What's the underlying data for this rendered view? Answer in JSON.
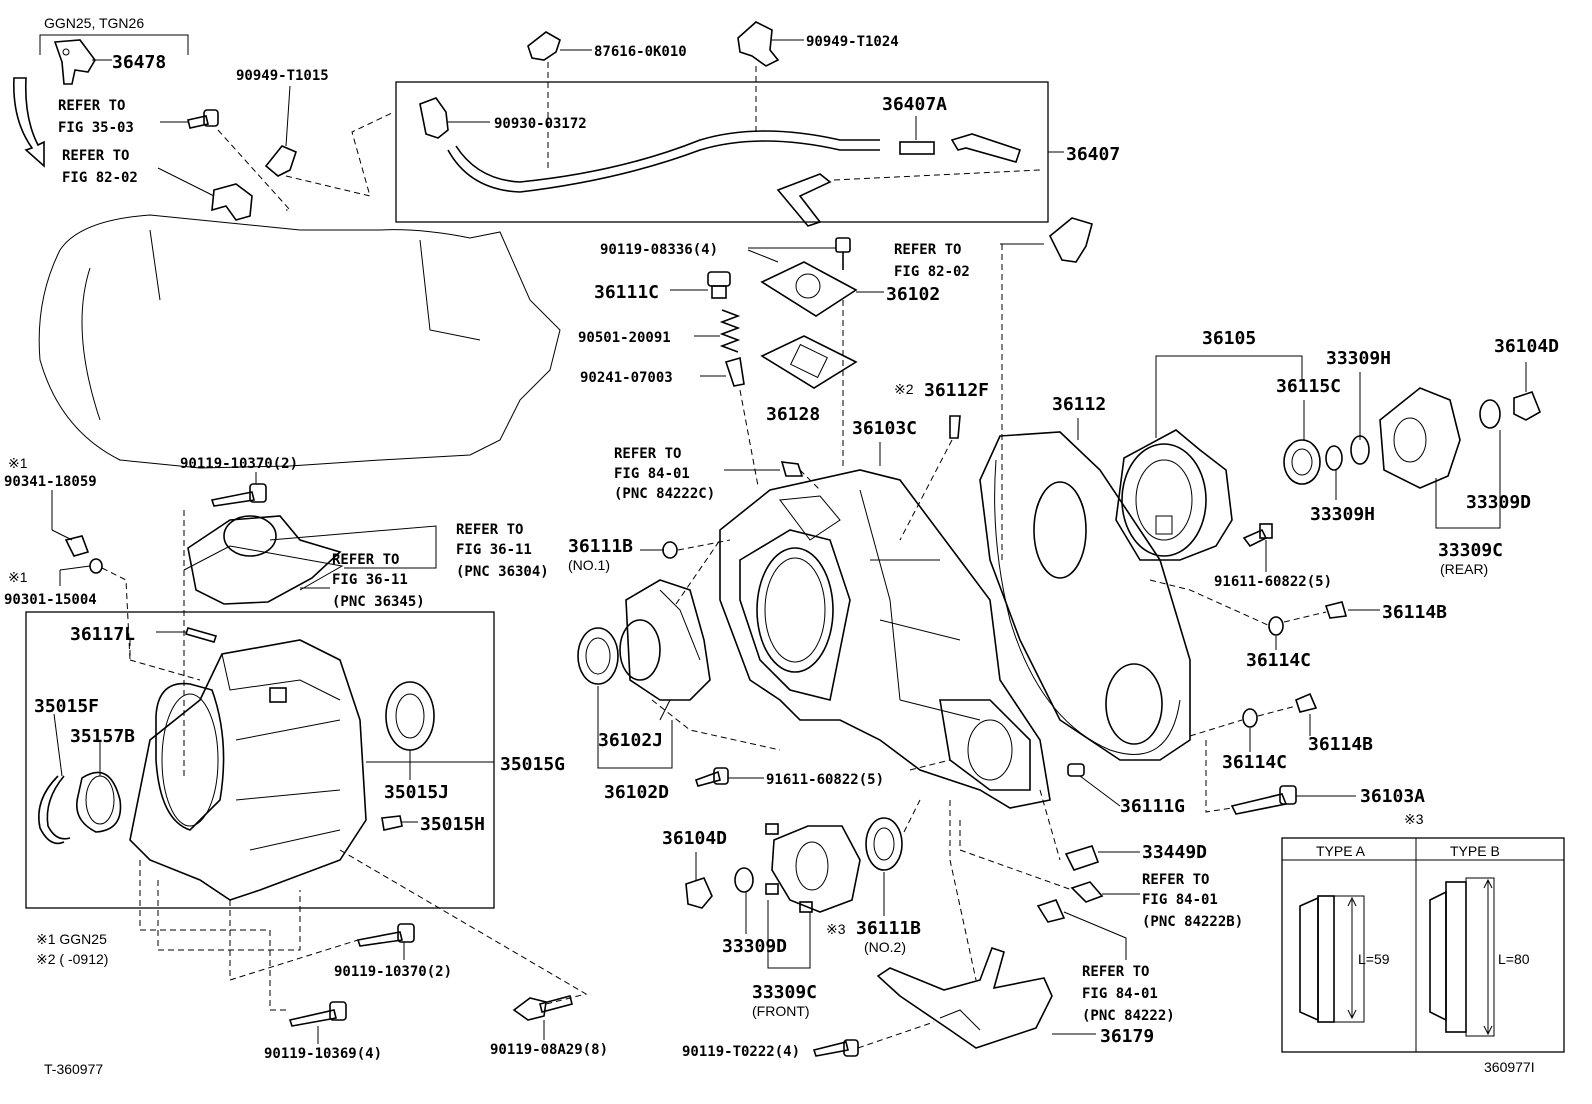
{
  "header": {
    "models": "GGN25, TGN26"
  },
  "labels": {
    "p36478": "36478",
    "p90949_T1015": "90949-T1015",
    "refer_3503": [
      "REFER TO",
      "FIG 35-03"
    ],
    "refer_8202_left": [
      "REFER TO",
      "FIG 82-02"
    ],
    "p87616": "87616-0K010",
    "p90949_T1024": "90949-T1024",
    "p90930": "90930-03172",
    "p36407A": "36407A",
    "p36407": "36407",
    "p90119_08336": "90119-08336(4)",
    "refer_8202_right": [
      "REFER TO",
      "FIG 82-02"
    ],
    "p36111C": "36111C",
    "p36102": "36102",
    "p90501": "90501-20091",
    "p90241": "90241-07003",
    "p36128": "36128",
    "p36112F": "36112F",
    "mark2": "※2",
    "p36103C": "36103C",
    "p36112": "36112",
    "p36105": "36105",
    "p33309H_a": "33309H",
    "p36104D_right": "36104D",
    "p36115C": "36115C",
    "p33309H_b": "33309H",
    "p33309D_right": "33309D",
    "p33309C_rear": "33309C",
    "rear": "(REAR)",
    "refer_8401_a": [
      "REFER TO",
      "FIG 84-01",
      "(PNC 84222C)"
    ],
    "p90119_10370_top": "90119-10370(2)",
    "mark1_a": "※1",
    "p90341": "90341-18059",
    "mark1_b": "※1",
    "p90301": "90301-15004",
    "refer_3611_a": [
      "REFER TO",
      "FIG 36-11",
      "(PNC 36304)"
    ],
    "refer_3611_b": [
      "REFER TO",
      "FIG 36-11",
      "(PNC 36345)"
    ],
    "p36111B_no1": "36111B",
    "no1": "(NO.1)",
    "p91611_right": "91611-60822(5)",
    "p36114B_a": "36114B",
    "p36114C_a": "36114C",
    "p36117L": "36117L",
    "p35015F": "35015F",
    "p35157B": "35157B",
    "p35015G": "35015G",
    "p35015J": "35015J",
    "p35015H": "35015H",
    "p36102J": "36102J",
    "p36102D": "36102D",
    "p91611_mid": "91611-60822(5)",
    "p36114B_b": "36114B",
    "p36114C_b": "36114C",
    "p36111G": "36111G",
    "p36103A": "36103A",
    "mark3_top": "※3",
    "p36104D_left": "36104D",
    "p33449D": "33449D",
    "refer_8401_b": [
      "REFER TO",
      "FIG 84-01",
      "(PNC 84222B)"
    ],
    "type_a": "TYPE A",
    "type_b": "TYPE B",
    "la": "L=59",
    "lb": "L=80",
    "mark3_mid": "※3",
    "p36111B_no2": "36111B",
    "no2": "(NO.2)",
    "p33309D_left": "33309D",
    "p33309C_front": "33309C",
    "front": "(FRONT)",
    "refer_8401_c": [
      "REFER TO",
      "FIG 84-01",
      "(PNC 84222)"
    ],
    "p36179": "36179",
    "p90119_T0222": "90119-T0222(4)",
    "note1": "※1 GGN25",
    "note2": "※2 (      -0912)",
    "p90119_10370_bot": "90119-10370(2)",
    "p90119_10369": "90119-10369(4)",
    "p90119_08A29": "90119-08A29(8)",
    "footer_left": "T-360977",
    "footer_right": "360977I"
  }
}
